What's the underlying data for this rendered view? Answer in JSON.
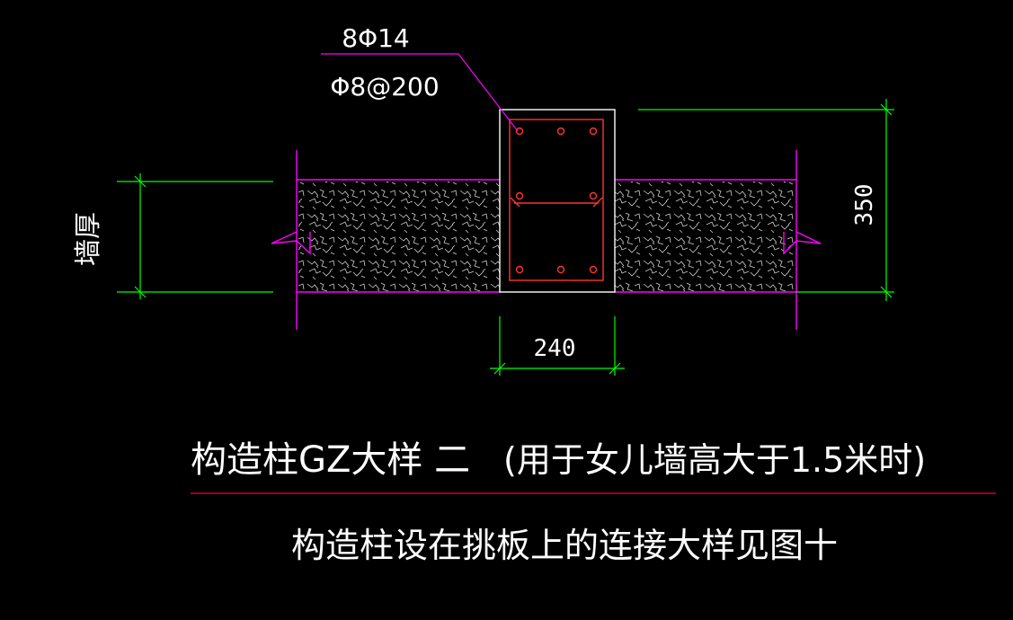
{
  "callout": {
    "main_bars": "8Φ14",
    "stirrups": "Φ8@200"
  },
  "dimensions": {
    "column_width": "240",
    "column_depth": "350",
    "wall_thickness": "墙厚"
  },
  "title": {
    "main": "构造柱GZ大样 二",
    "note": "(用于女儿墙高大于1.5米时)"
  },
  "subtitle": "构造柱设在挑板上的连接大样见图十",
  "colors": {
    "background": "#000000",
    "dimension_lines": "#00ff00",
    "wall_outline": "#ff00ff",
    "column_outline": "#ffffff",
    "rebar": "#ff3333",
    "title_rule": "#cc0033",
    "text": "#ffffff"
  }
}
